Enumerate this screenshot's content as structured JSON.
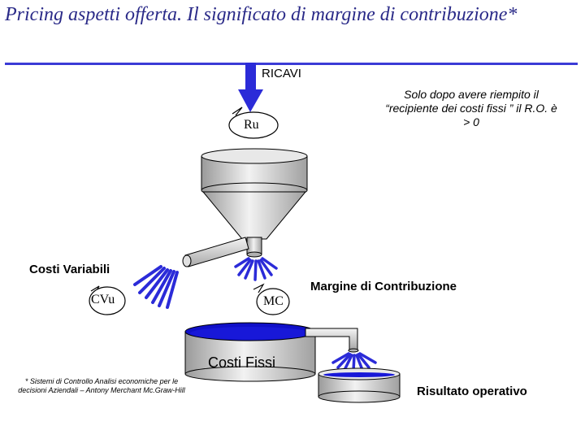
{
  "title": "Pricing aspetti offerta. Il significato di margine di contribuzione*",
  "labels": {
    "ricavi": "RICAVI",
    "ru": "Ru",
    "note": "Solo dopo avere riempito il “recipiente dei costi fissi ” il R.O. è > 0",
    "costi_variabili": "Costi Variabili",
    "cvu": "CVu",
    "mc": "MC",
    "margine": "Margine di Contribuzione",
    "costi_fissi": "Costi Fissi",
    "risultato": "Risultato operativo",
    "footnote": "* Sistemi di Controllo Analisi economiche per le decisioni Aziendali – Antony Merchant Mc.Graw-Hill"
  },
  "colors": {
    "title": "#2a2a88",
    "rule": "#3b3bd6",
    "flow": "#2b2bd8",
    "water": "#1010c8"
  }
}
